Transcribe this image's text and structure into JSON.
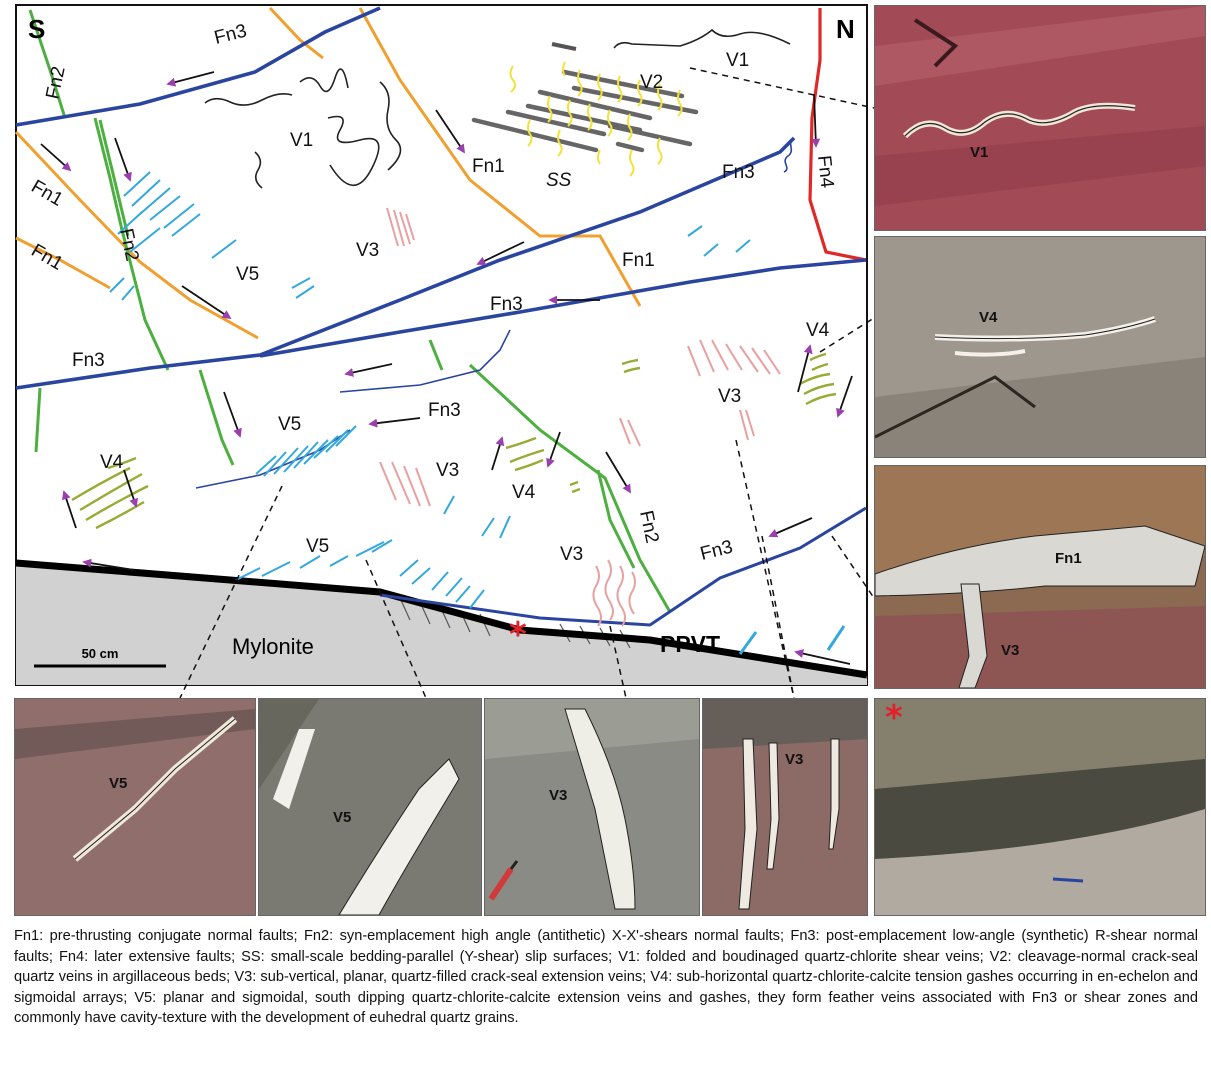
{
  "figure": {
    "compass": {
      "south": "S",
      "north": "N"
    },
    "faults": {
      "fn1": "Fn1",
      "fn2": "Fn2",
      "fn3": "Fn3",
      "fn4": "Fn4",
      "ss": "SS",
      "ppvt": "PPVT"
    },
    "veins": {
      "v1": "V1",
      "v2": "V2",
      "v3": "V3",
      "v4": "V4",
      "v5": "V5"
    },
    "mylonite": "Mylonite",
    "scale_bar": "50 cm",
    "star": "*",
    "photos": {
      "right": [
        "V1",
        "V4",
        "Fn1",
        "V3"
      ],
      "bottom": [
        "V5",
        "V5",
        "V3",
        "V3",
        "*"
      ]
    }
  },
  "colors": {
    "fn1": "#f0a030",
    "fn2": "#4caf3f",
    "fn3": "#2a45a0",
    "fn4": "#e02828",
    "v2": "#f2e23a",
    "v3": "#e8a0a0",
    "v4": "#9aaa35",
    "v5": "#33a8dd",
    "ss": "#666666",
    "arrow": "#9b3fae",
    "mylonite": "#d1d1d1",
    "star": "#e4202a"
  },
  "caption": "Fn1: pre-thrusting conjugate normal faults; Fn2: syn-emplacement high angle (antithetic) X-X'-shears normal faults; Fn3: post-emplacement low-angle (synthetic) R-shear normal faults; Fn4: later extensive faults; SS: small-scale bedding-parallel (Y-shear) slip surfaces; V1: folded and boudinaged quartz-chlorite shear veins; V2: cleavage-normal crack-seal quartz veins in argillaceous beds; V3: sub-vertical, planar, quartz-filled crack-seal extension veins; V4: sub-horizontal quartz-chlorite-calcite tension gashes occurring in en-echelon and sigmoidal arrays; V5: planar and sigmoidal, south dipping quartz-chlorite-calcite extension veins and gashes, they form feather veins associated with Fn3 or shear zones and commonly have cavity-texture with the development of euhedral quartz grains."
}
